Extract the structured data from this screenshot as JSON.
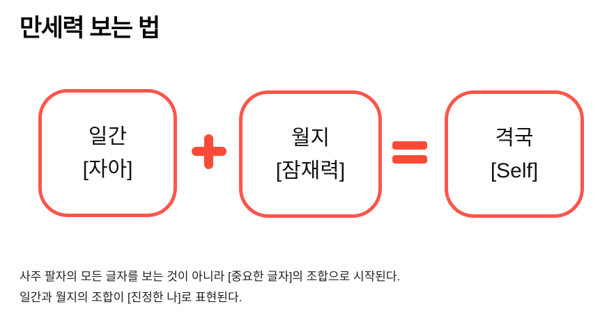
{
  "page": {
    "title": "만세력 보는 법",
    "background": "#ffffff"
  },
  "colors": {
    "box_border": "#FD554B",
    "operator": "#FB4B36",
    "box_text": "#121212",
    "title_text": "#000000",
    "description_text": "#1f1f1f"
  },
  "diagram": {
    "boxes": [
      {
        "id": "ilgan",
        "line1": "일간",
        "line2": "[자아]"
      },
      {
        "id": "wolji",
        "line1": "월지",
        "line2": "[잠재력]"
      },
      {
        "id": "gyeokguk",
        "line1": "격국",
        "line2": "[Self]"
      }
    ],
    "operators": [
      {
        "type": "plus",
        "symbol": "+"
      },
      {
        "type": "equals",
        "symbol": "="
      }
    ]
  },
  "description": {
    "line1": "사주 팔자의 모든 글자를 보는 것이 아니라 [중요한 글자]의 조합으로 시작된다.",
    "line2": "일간과 월지의 조합이 [진정한 나]로 표현된다."
  }
}
